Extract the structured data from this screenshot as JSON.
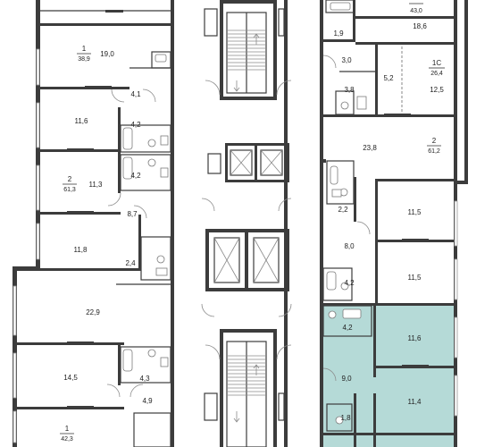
{
  "colors": {
    "wall": "#3c3c3c",
    "highlight": "#b5dad7",
    "text": "#222222"
  },
  "apartments": [
    {
      "id": "apt-1-top",
      "number": "1",
      "area": "38,9"
    },
    {
      "id": "apt-2-left",
      "number": "2",
      "area": "61,3"
    },
    {
      "id": "apt-1-bottom",
      "number": "1",
      "area": "42,3"
    },
    {
      "id": "apt-top-right",
      "number": "",
      "area": "43,0"
    },
    {
      "id": "apt-1c",
      "number": "1С",
      "area": "26,4"
    },
    {
      "id": "apt-2-right",
      "number": "2",
      "area": "61,2"
    }
  ],
  "rooms": {
    "left": [
      "19,0",
      "4,1",
      "11,6",
      "4,2",
      "4,2",
      "11,3",
      "8,7",
      "11,8",
      "2,4",
      "22,9",
      "14,5",
      "4,3",
      "4,9"
    ],
    "right": [
      "18,6",
      "1,9",
      "3,0",
      "5,2",
      "3,8",
      "12,5",
      "23,8",
      "2,2",
      "11,5",
      "8,0",
      "4,2",
      "11,5",
      "4,2",
      "11,6",
      "9,0",
      "11,4",
      "1,8"
    ]
  }
}
